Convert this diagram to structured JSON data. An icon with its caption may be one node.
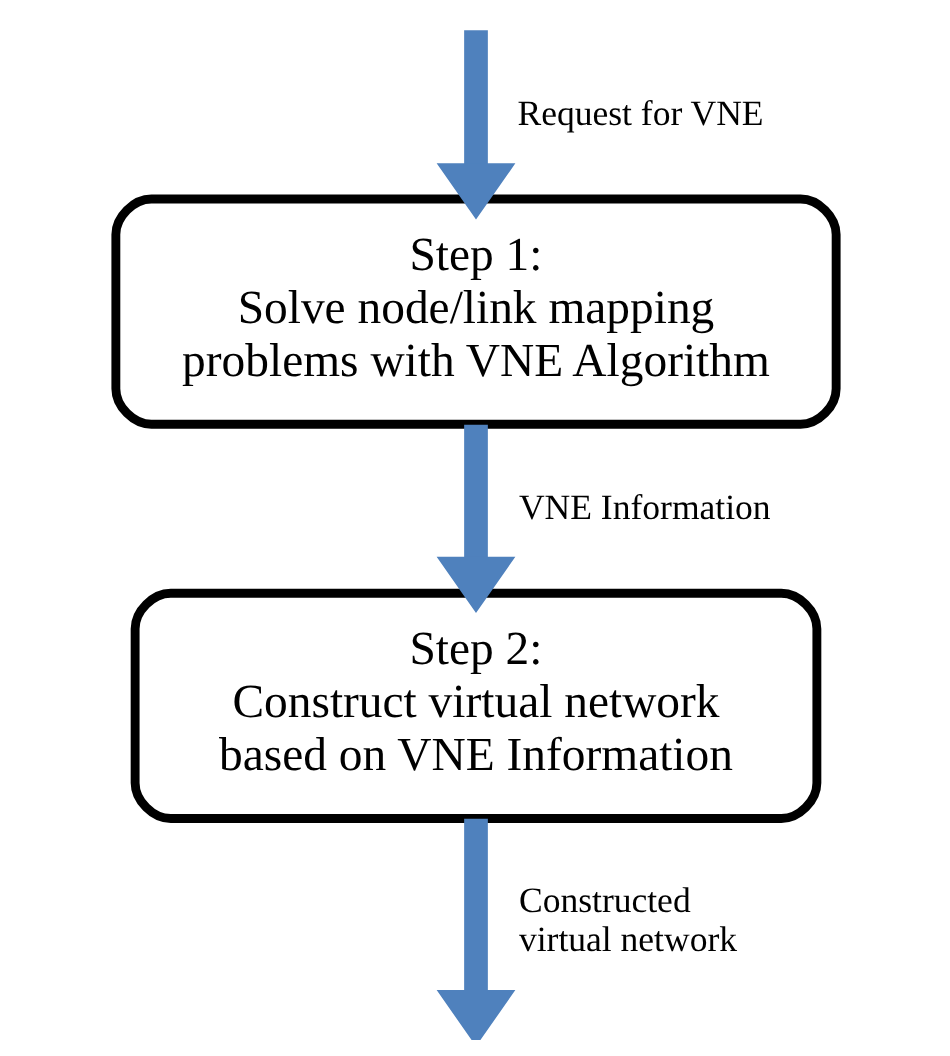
{
  "diagram": {
    "nodes": [
      {
        "text": [
          "Step 1:",
          "Solve node/link mapping problems with VNE Algorithm"
        ]
      },
      {
        "text": [
          "Step 2:",
          "Construct virtual network based on VNE Information"
        ]
      }
    ],
    "edges": [
      {
        "from": null,
        "to": 0,
        "arrow": "to",
        "label": "Request for VNE"
      },
      {
        "from": 0,
        "to": 1,
        "arrow": "to",
        "label": "VNE Information"
      },
      {
        "from": 1,
        "to": null,
        "arrow": "to",
        "label": "Constructed virtual network"
      }
    ]
  }
}
